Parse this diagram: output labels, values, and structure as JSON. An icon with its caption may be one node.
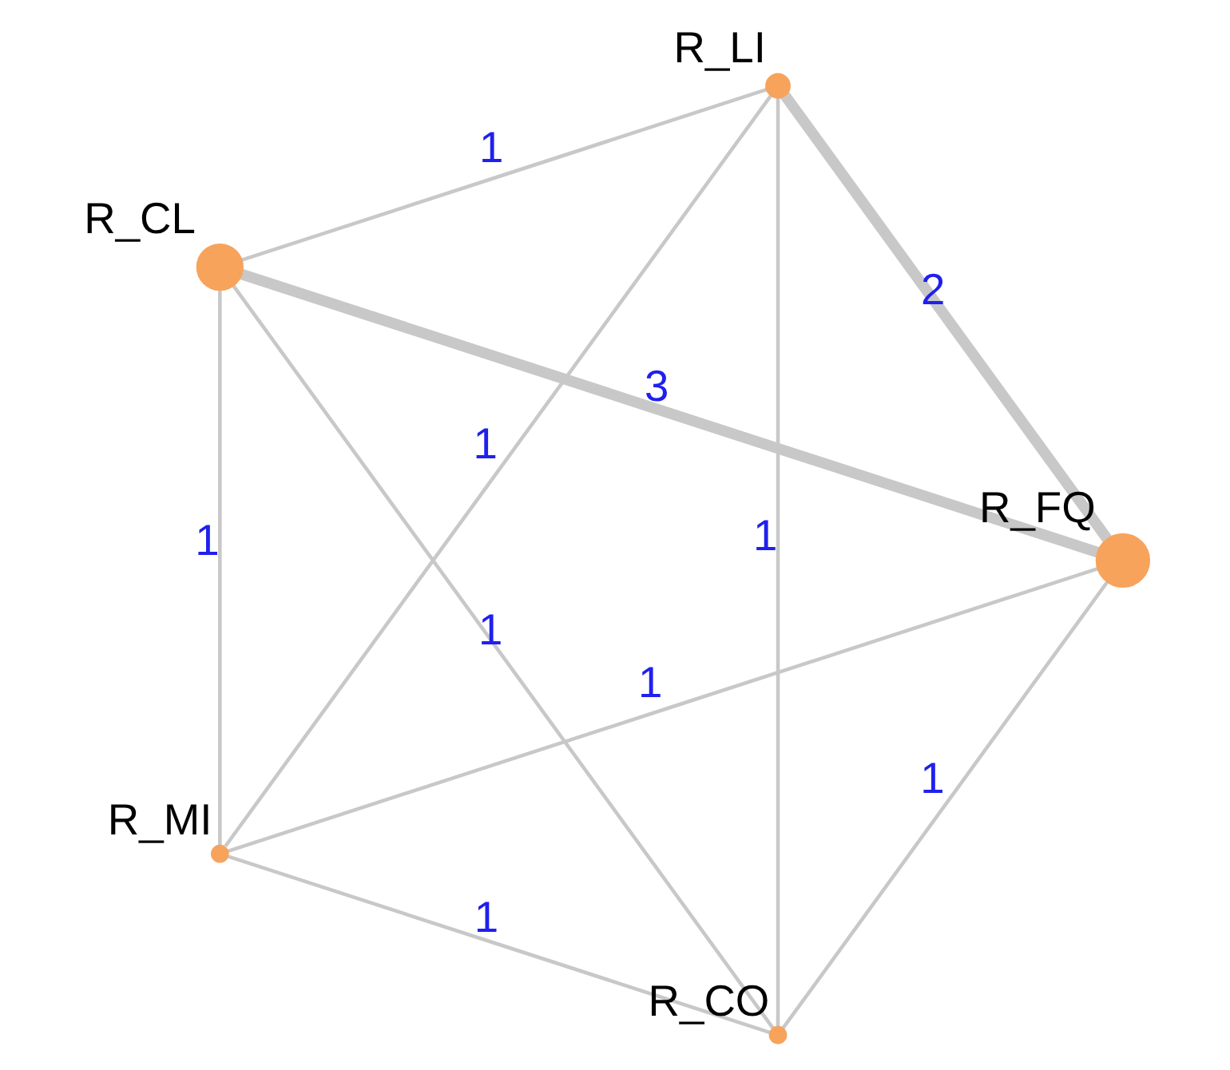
{
  "diagram": {
    "nodes": [
      {
        "text": [],
        "shape": "circle",
        "beside": [
          "R_CO"
        ]
      },
      {
        "text": [],
        "shape": "circle",
        "beside": [
          "R_FQ"
        ]
      },
      {
        "text": [],
        "shape": "circle",
        "beside": [
          "R_CL"
        ]
      },
      {
        "text": [],
        "shape": "circle",
        "beside": [
          "R_LI"
        ]
      },
      {
        "text": [],
        "shape": "circle",
        "beside": [
          "R_MI"
        ]
      }
    ],
    "edges": [
      {
        "from": 0,
        "to": 1,
        "arrow": "none",
        "label": "1"
      },
      {
        "from": 0,
        "to": 3,
        "arrow": "none",
        "label": "1"
      },
      {
        "from": 0,
        "to": 4,
        "arrow": "none",
        "label": "1"
      },
      {
        "from": 0,
        "to": 2,
        "arrow": "none",
        "label": "1"
      },
      {
        "from": 1,
        "to": 2,
        "arrow": "none",
        "label": "3",
        "style": "thick"
      },
      {
        "from": 1,
        "to": 3,
        "arrow": "none",
        "label": "2",
        "style": "thick"
      },
      {
        "from": 1,
        "to": 4,
        "arrow": "none",
        "label": "1"
      },
      {
        "from": 2,
        "to": 3,
        "arrow": "none",
        "label": "1"
      },
      {
        "from": 2,
        "to": 4,
        "arrow": "none",
        "label": "1"
      },
      {
        "from": 3,
        "to": 4,
        "arrow": "none",
        "label": "1"
      }
    ]
  }
}
